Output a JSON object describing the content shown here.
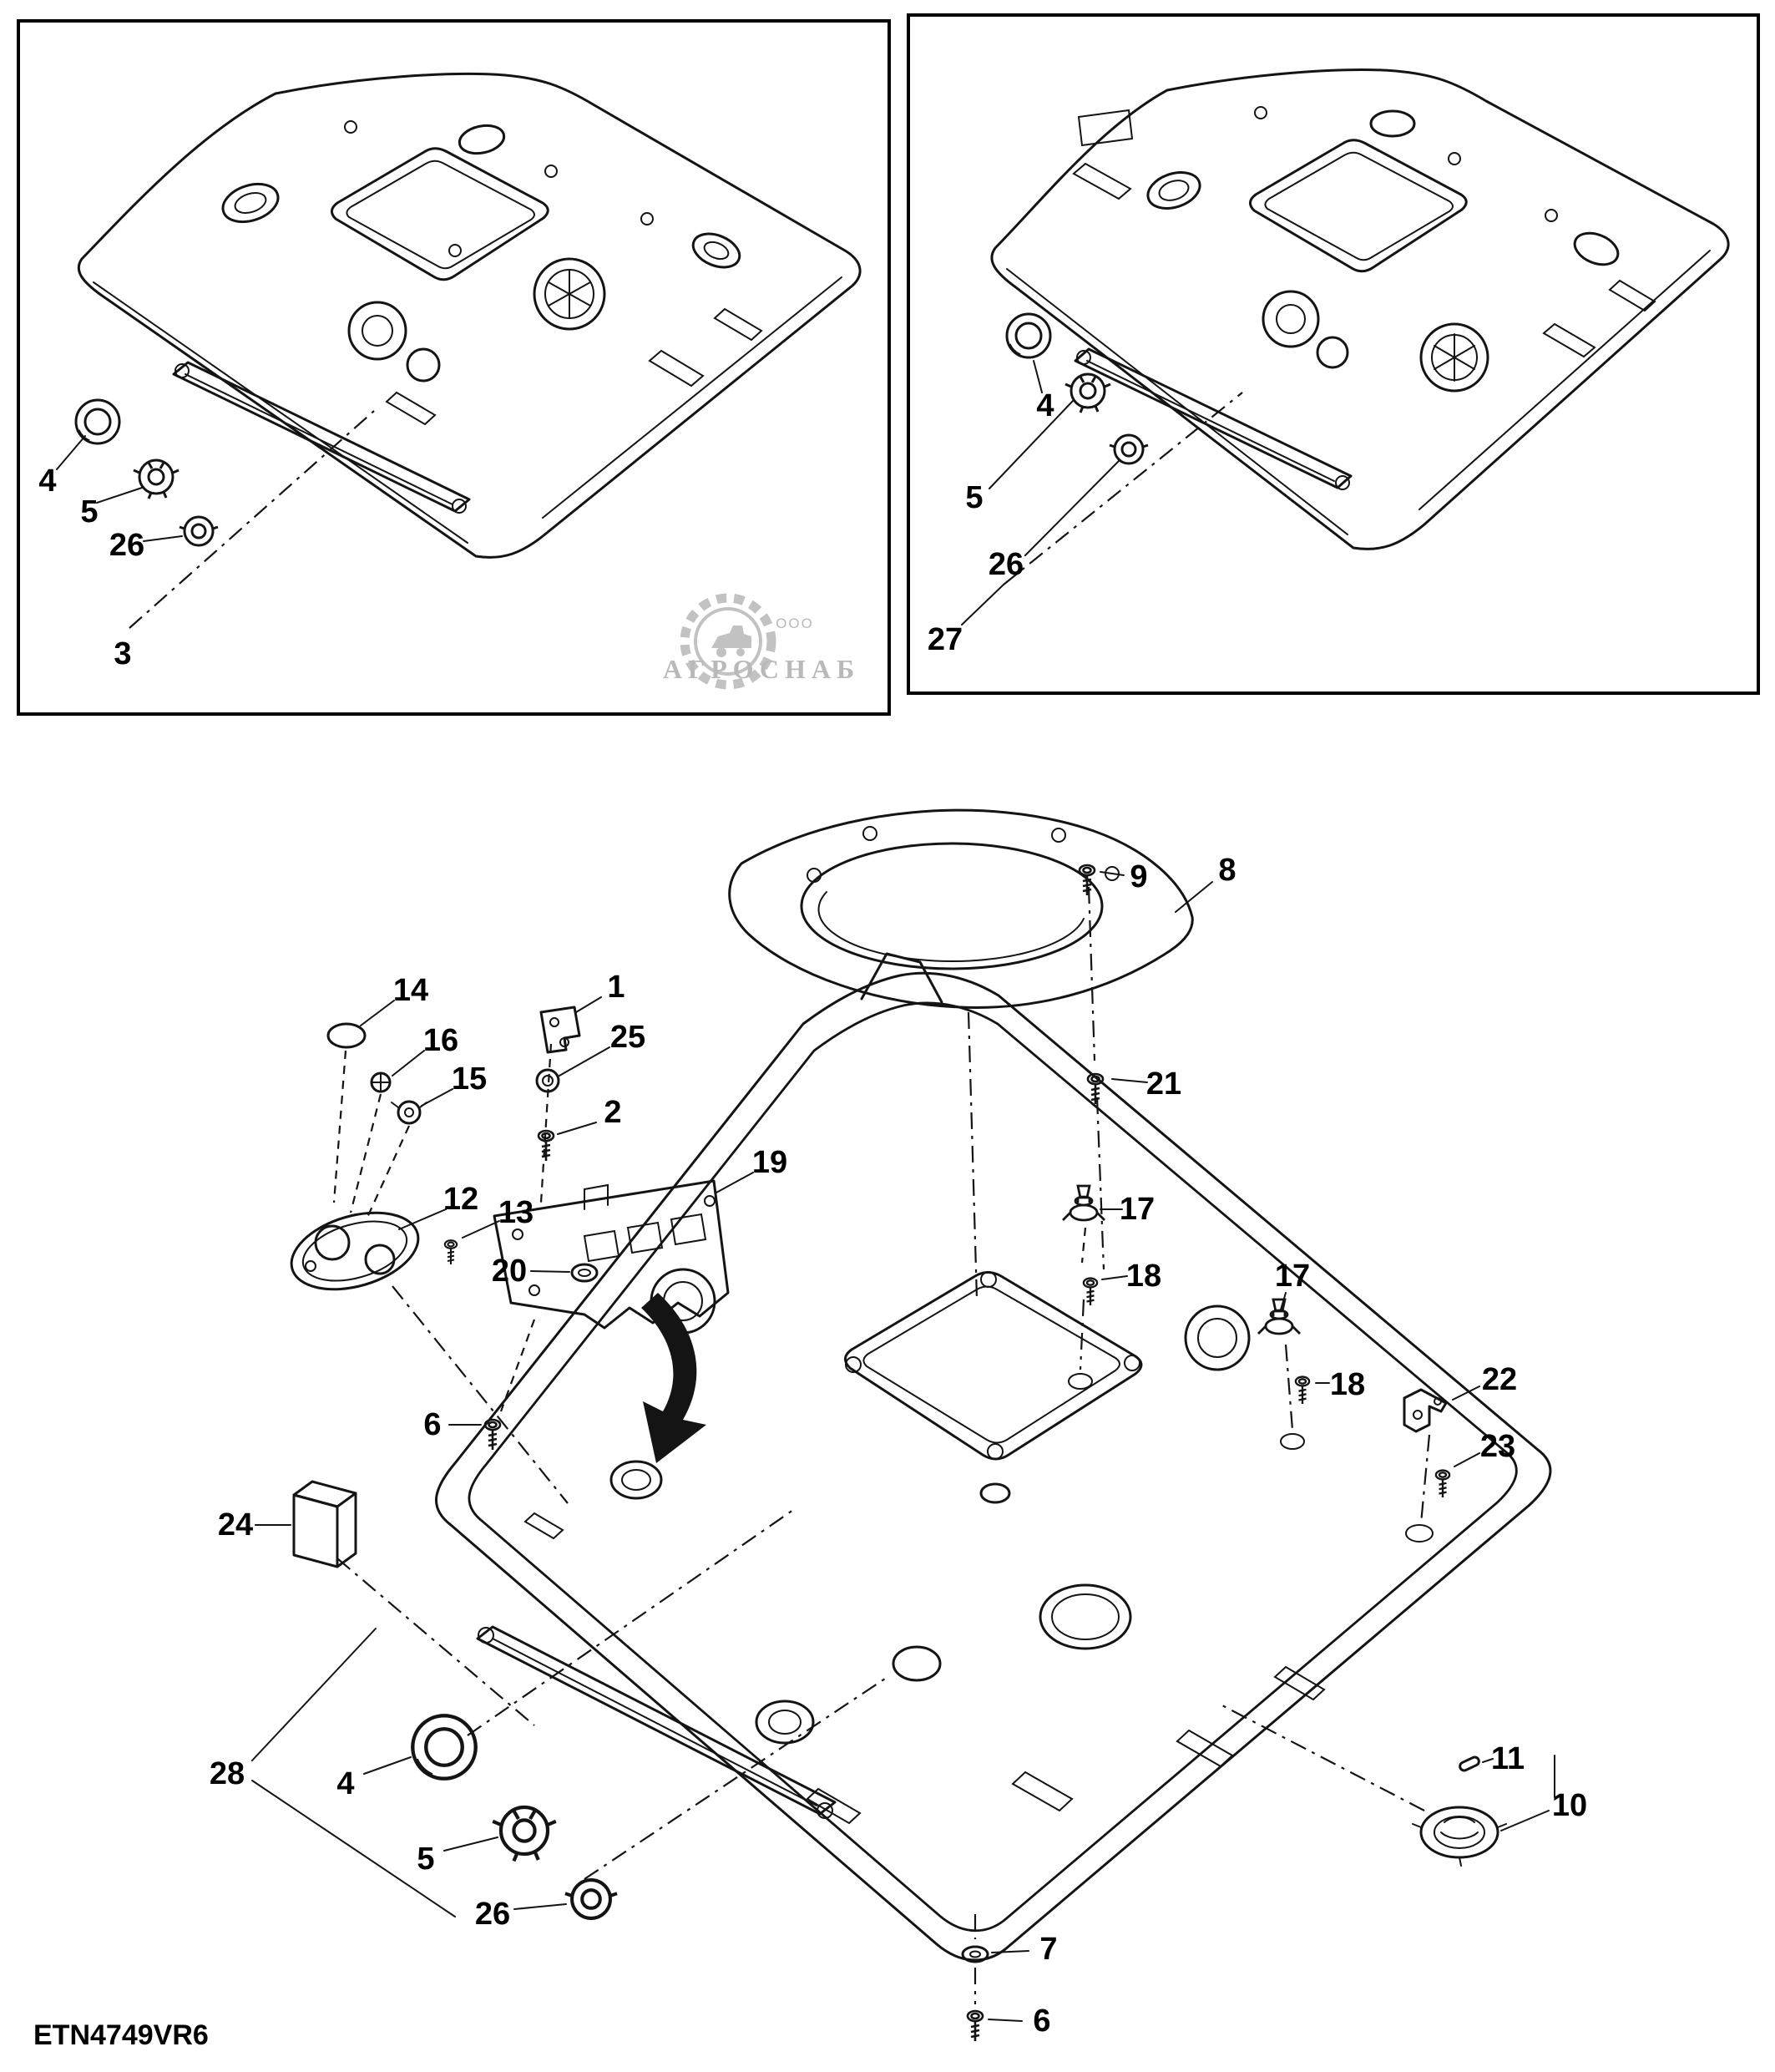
{
  "doc": {
    "figure_code": "ETN4749VR6",
    "watermark_org": "ООО",
    "watermark_name": "АГРОСНАБ"
  },
  "panel_left": {
    "labels": {
      "l4": "4",
      "l5": "5",
      "l26": "26",
      "l3": "3"
    }
  },
  "panel_right": {
    "labels": {
      "l4": "4",
      "l5": "5",
      "l26": "26",
      "l27": "27"
    }
  },
  "main": {
    "labels": {
      "l9": "9",
      "l8": "8",
      "l14": "14",
      "l1": "1",
      "l16": "16",
      "l15": "15",
      "l25": "25",
      "l2": "2",
      "l12": "12",
      "l13": "13",
      "l19": "19",
      "l20": "20",
      "l21": "21",
      "l17a": "17",
      "l18a": "18",
      "l17b": "17",
      "l18b": "18",
      "l22": "22",
      "l23": "23",
      "l6a": "6",
      "l24": "24",
      "l28": "28",
      "l4": "4",
      "l5": "5",
      "l26": "26",
      "l11": "11",
      "l10": "10",
      "l7": "7",
      "l6b": "6"
    }
  }
}
